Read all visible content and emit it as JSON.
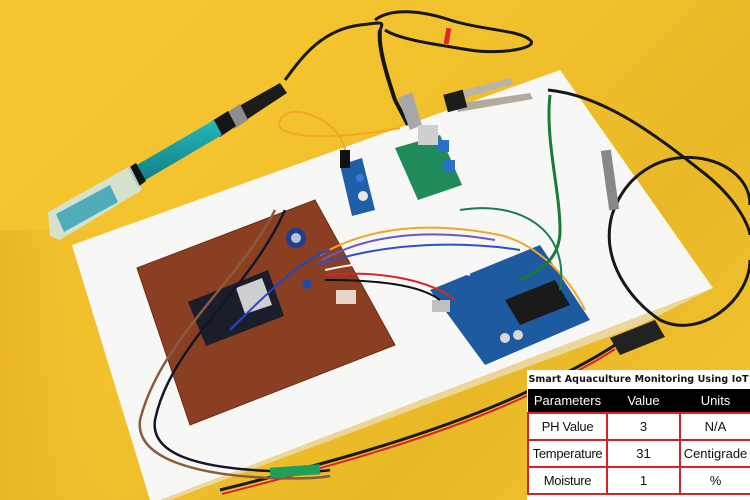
{
  "scene": {
    "description": "Photo of an IoT aquaculture monitoring prototype on yellow background with white paper",
    "colors": {
      "background_yellow": "#f1c232",
      "paper_white": "#f7f7f5",
      "perfboard_brown": "#8a3f22",
      "arduino_blue": "#1e5aa0",
      "sensor_green": "#1f8a5a",
      "probe_teal": "#1a9aa0",
      "cable_black": "#1a1a1a"
    },
    "objects": [
      "ph-probe",
      "bnc-cable",
      "ph-sensor-module",
      "soil-moisture-probe",
      "moisture-sensor-module",
      "perfboard",
      "nodemcu-board",
      "arduino-uno-board",
      "temperature-probe-ds18b20",
      "dc-power-jack-cable",
      "jumper-wires"
    ]
  },
  "table": {
    "title": "Smart Aquaculture Monitoring Using IoT",
    "headers": [
      "Parameters",
      "Value",
      "Units"
    ],
    "rows": [
      {
        "parameter": "PH Value",
        "value": "3",
        "unit": "N/A"
      },
      {
        "parameter": "Temperature",
        "value": "31",
        "unit": "Centigrade"
      },
      {
        "parameter": "Moisture",
        "value": "1",
        "unit": "%"
      }
    ],
    "colors": {
      "header_bg": "#000000",
      "header_text": "#ffffff",
      "cell_border": "#d9212a",
      "cell_bg": "#ffffff"
    }
  }
}
